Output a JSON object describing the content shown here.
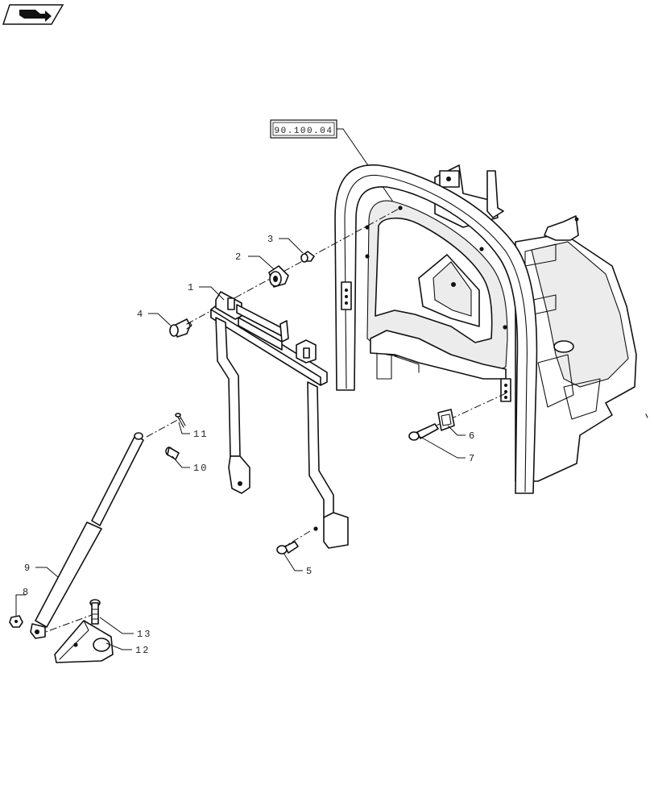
{
  "nav_icon": {
    "name": "next-page-arrow-icon"
  },
  "reference": {
    "label": "90.100.04"
  },
  "callouts": [
    {
      "id": "1",
      "label": "1"
    },
    {
      "id": "2",
      "label": "2"
    },
    {
      "id": "3",
      "label": "3"
    },
    {
      "id": "4",
      "label": "4"
    },
    {
      "id": "5",
      "label": "5"
    },
    {
      "id": "6",
      "label": "6"
    },
    {
      "id": "7",
      "label": "7"
    },
    {
      "id": "8",
      "label": "8"
    },
    {
      "id": "9",
      "label": "9"
    },
    {
      "id": "10",
      "label": "10"
    },
    {
      "id": "11",
      "label": "11"
    },
    {
      "id": "12",
      "label": "12"
    },
    {
      "id": "13",
      "label": "13"
    }
  ]
}
